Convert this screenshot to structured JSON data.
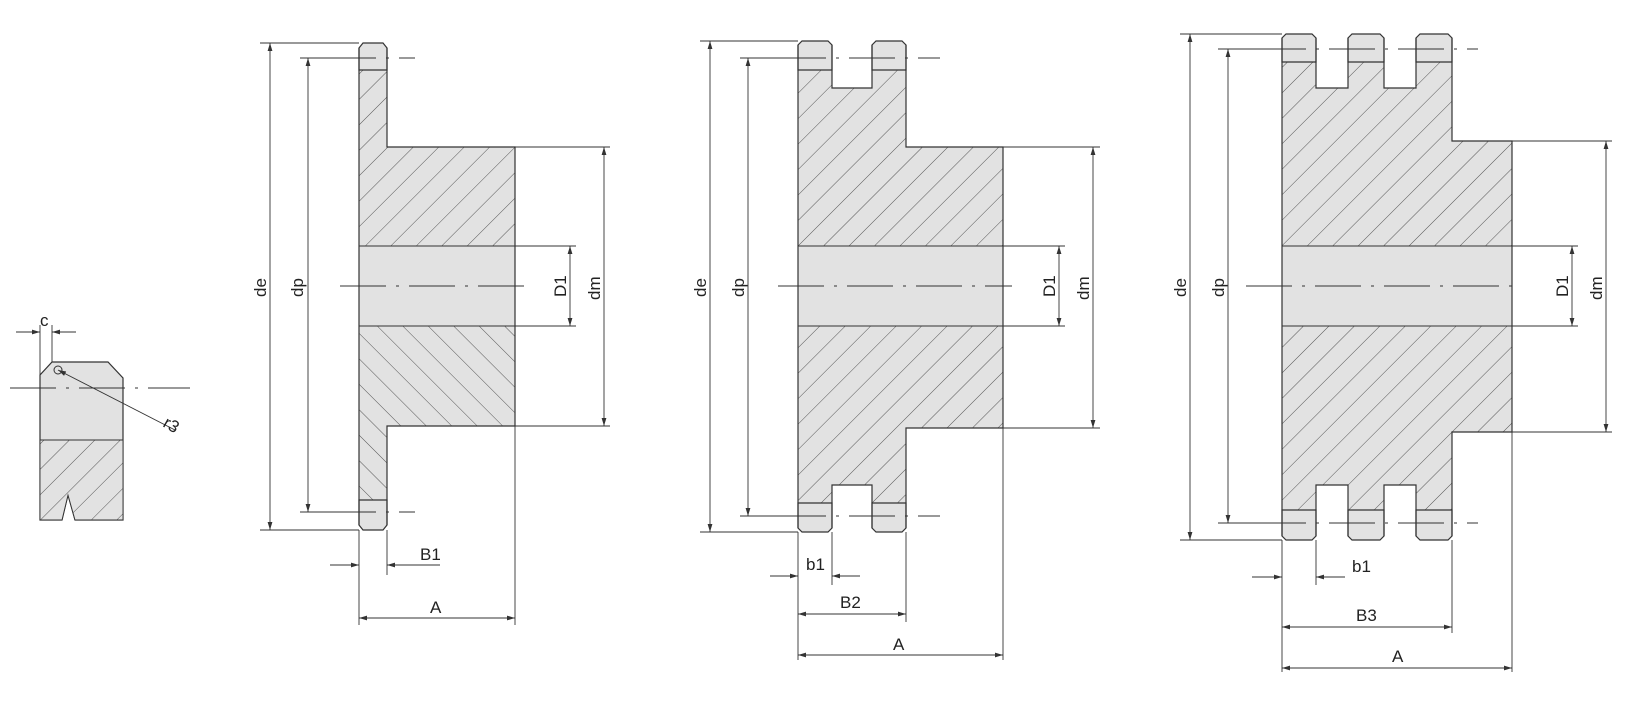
{
  "detail": {
    "label_c": "c",
    "label_r3": "r3"
  },
  "single": {
    "de": "de",
    "dp": "dp",
    "D1": "D1",
    "dm": "dm",
    "B1": "B1",
    "A": "A"
  },
  "double": {
    "de": "de",
    "dp": "dp",
    "D1": "D1",
    "dm": "dm",
    "b1": "b1",
    "B2": "B2",
    "A": "A"
  },
  "triple": {
    "de": "de",
    "dp": "dp",
    "D1": "D1",
    "dm": "dm",
    "b1": "b1",
    "B3": "B3",
    "A": "A"
  }
}
